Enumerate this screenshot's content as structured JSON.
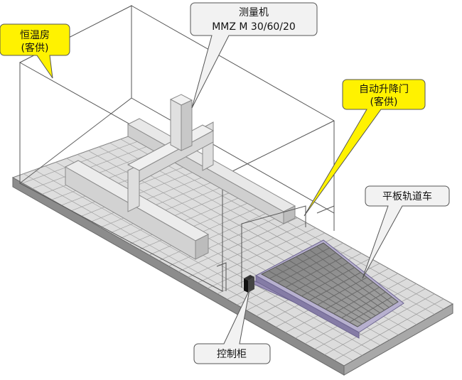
{
  "callouts": {
    "chamber": {
      "line1": "恒温房",
      "line2": "(客供)",
      "color": "#fff200"
    },
    "cmm": {
      "line1": "测量机",
      "line2": "MMZ M 30/60/20",
      "color": "#f2f2f2"
    },
    "door": {
      "line1": "自动升降门",
      "line2": "(客供)",
      "color": "#fff200"
    },
    "cart": {
      "line1": "平板轨道车",
      "color": "#f2f2f2"
    },
    "cabinet": {
      "line1": "控制柜",
      "color": "#f2f2f2"
    }
  },
  "colors": {
    "floor_top": "#dcdcdc",
    "floor_grid": "#9a9a9a",
    "walls": "#555555",
    "machine": "#e6e6e6",
    "plate_frame": "#9a8fb8",
    "plate_grid": "#6a6a6a"
  }
}
